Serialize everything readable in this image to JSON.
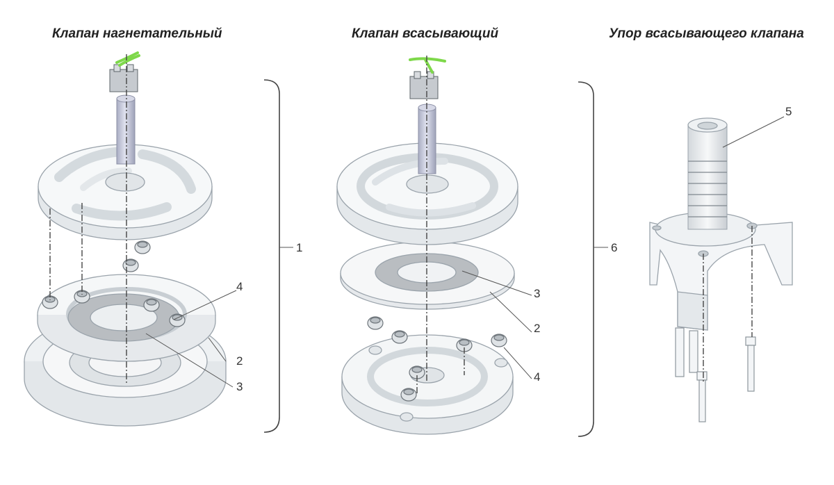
{
  "titles": {
    "discharge_valve": "Клапан нагнетательный",
    "suction_valve": "Клапан всасывающий",
    "suction_valve_stop": "Упор всасывающего клапана"
  },
  "callouts": {
    "discharge_2": "2",
    "discharge_3": "3",
    "discharge_4": "4",
    "assembly_1": "1",
    "suction_3": "3",
    "suction_2": "2",
    "suction_4": "4",
    "assembly_6": "6",
    "stop_5": "5"
  },
  "colors": {
    "part_fill": "#f3f5f7",
    "part_shade": "#dde2e6",
    "gasket_gray": "#b9bdc1",
    "cotter_pin_green": "#7ed84a",
    "pin_blue_gray": "#c9ccde"
  }
}
